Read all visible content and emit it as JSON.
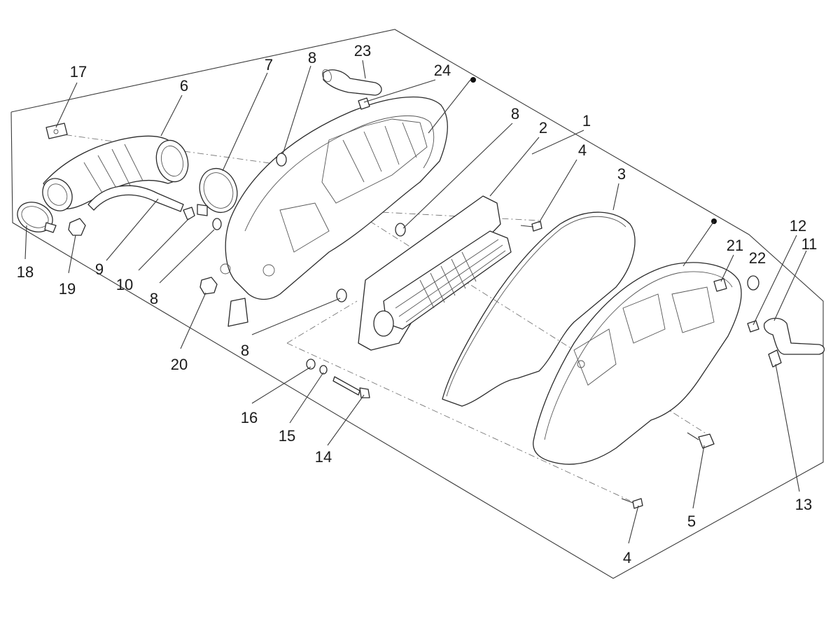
{
  "labels": {
    "p1": "1",
    "p2": "2",
    "p3": "3",
    "p4a": "4",
    "p4b": "4",
    "p5": "5",
    "p6": "6",
    "p7": "7",
    "p8a": "8",
    "p8b": "8",
    "p8c": "8",
    "p8d": "8",
    "p9": "9",
    "p10": "10",
    "p11": "11",
    "p12": "12",
    "p13": "13",
    "p14": "14",
    "p15": "15",
    "p16": "16",
    "p17": "17",
    "p18": "18",
    "p19": "19",
    "p20": "20",
    "p21": "21",
    "p22": "22",
    "p23": "23",
    "p24": "24"
  },
  "colors": {
    "line": "#2b2b2b",
    "text": "#1a1a1a",
    "background": "#ffffff"
  }
}
